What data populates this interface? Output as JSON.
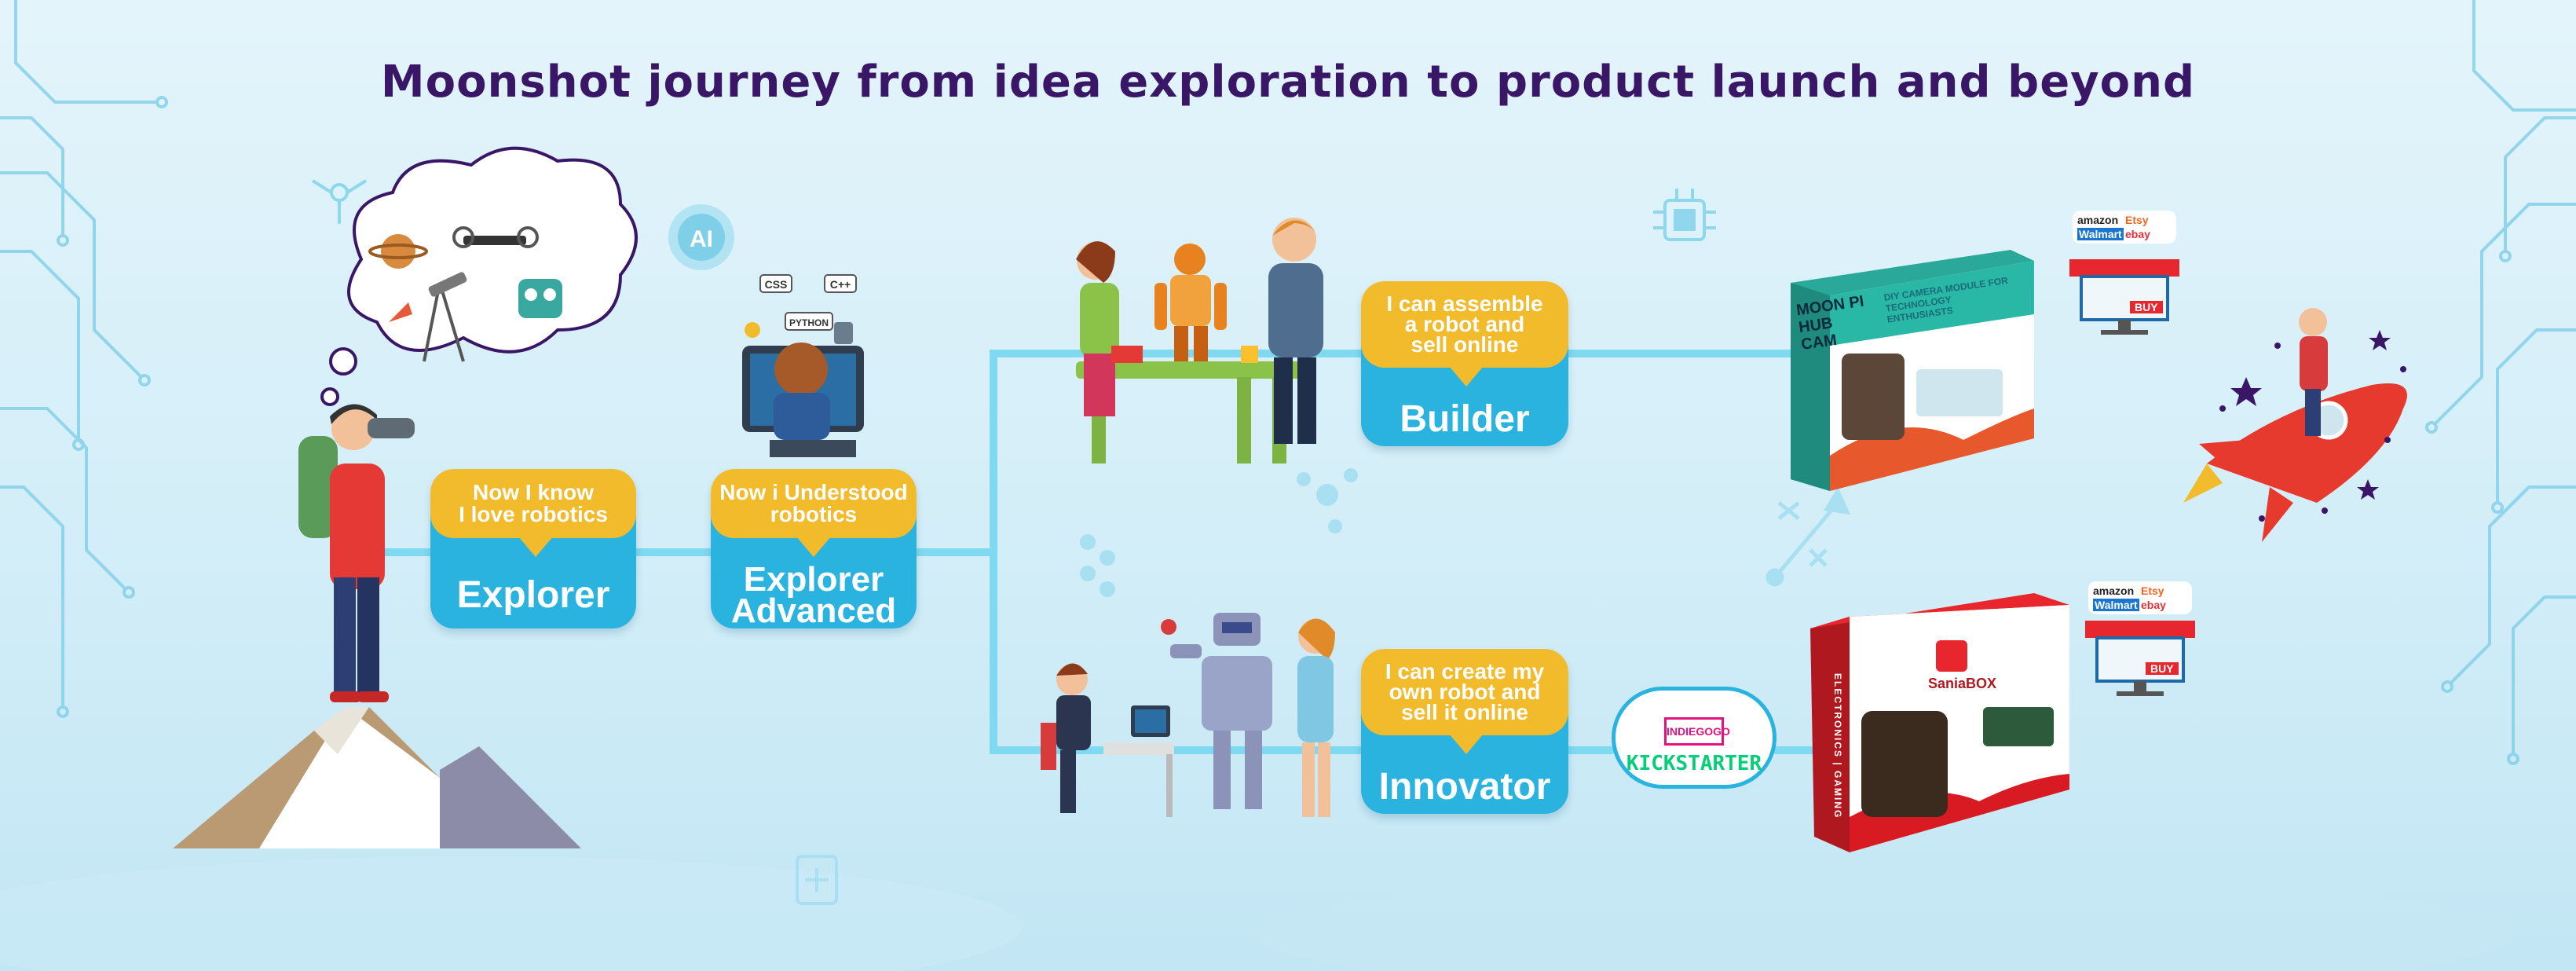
{
  "title": "Moonshot journey from idea exploration to product launch and beyond",
  "colors": {
    "title": "#3a1766",
    "bubble_yellow": "#f2bb2c",
    "bubble_blue": "#29b3de",
    "connector": "#7fd9f0",
    "background": "#d6eff9"
  },
  "stages": [
    {
      "caption_lines": [
        "Now I know",
        "I love robotics"
      ],
      "name_lines": [
        "Explorer"
      ]
    },
    {
      "caption_lines": [
        "Now i Understood",
        "robotics"
      ],
      "name_lines": [
        "Explorer",
        "Advanced"
      ]
    },
    {
      "caption_lines": [
        "I can assemble",
        "a robot and",
        "sell online"
      ],
      "name_lines": [
        "Builder"
      ]
    },
    {
      "caption_lines": [
        "I can create my",
        "own robot and",
        "sell it online"
      ],
      "name_lines": [
        "Innovator"
      ]
    }
  ],
  "crowdfunding": {
    "indiegogo": "INDIEGOGO",
    "kickstarter": "KICKSTARTER"
  },
  "products": [
    {
      "name": "MOON PI HUB CAM",
      "subtitle": "DIY CAMERA MODULE FOR TECHNOLOGY ENTHUSIASTS"
    },
    {
      "name": "SaniaBOX",
      "side_text": "ELECTRONICS | GAMING"
    }
  ],
  "marketplaces": {
    "logos": [
      "amazon",
      "Etsy",
      "Walmart",
      "ebay"
    ],
    "buy_label": "BUY"
  },
  "icons": {
    "thought_cloud": [
      "planet-icon",
      "drone-icon",
      "rocket-icon",
      "telescope-icon",
      "robot-icon"
    ],
    "tech_labels": [
      "CSS",
      "C++",
      "PYTHON"
    ],
    "ai_badge": "AI"
  }
}
